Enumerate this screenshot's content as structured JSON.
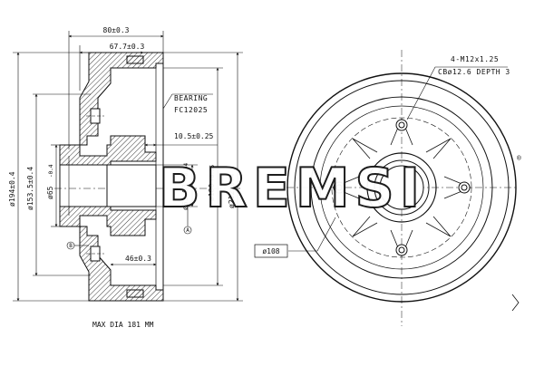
{
  "drawing": {
    "dims": {
      "overall_width": "80±0.3",
      "flange_width": "67.7±0.3",
      "bearing_label": "BEARING",
      "bearing_code": "FC12025",
      "offset": "10.5±0.25",
      "hub_depth": "46±0.3",
      "d_outer": "ø194±0.4",
      "d_pcd": "ø153.5±0.4",
      "d_hub": "ø65",
      "d_hub_tol": "-0.4",
      "d_bore": "ø51.93",
      "d_bore_tol": "+0.04",
      "d_brake": "ø180",
      "d_brake_tol": "+0.25",
      "d_drum": "ø212±0.4",
      "datum_a": "A",
      "datum_b": "B",
      "max_dia": "MAX DIA 181 MM",
      "holes": "4-M12x1.25",
      "cb": "CBø12.6 DEPTH 3",
      "d_108": "ø108"
    },
    "brand": {
      "logo_text": "BREMSI",
      "trademark": "®"
    }
  }
}
